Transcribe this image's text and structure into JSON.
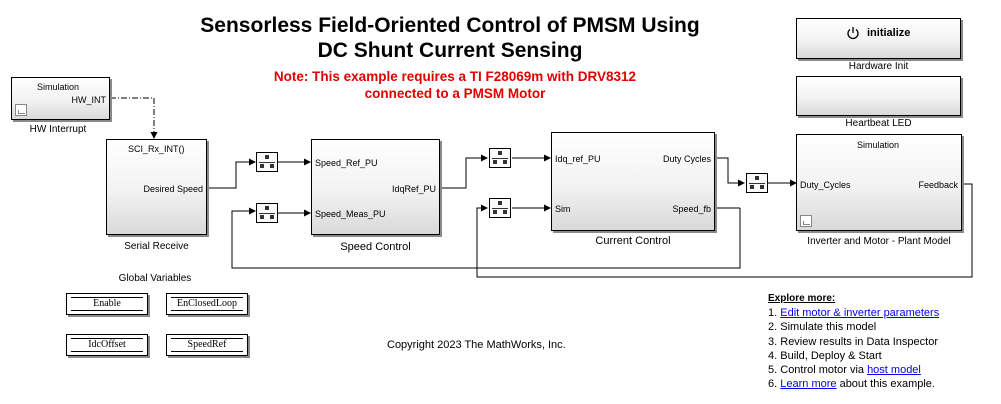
{
  "title_line1": "Sensorless Field-Oriented Control of PMSM Using",
  "title_line2": "DC Shunt Current Sensing",
  "note_line1": "Note: This example requires a TI F28069m with DRV8312",
  "note_line2": "connected to a PMSM Motor",
  "hw_interrupt": {
    "label": "HW Interrupt",
    "inner_title": "Simulation",
    "port_out": "HW_INT"
  },
  "serial_receive": {
    "label": "Serial Receive",
    "port_in": "SCI_Rx_INT()",
    "port_out": "Desired Speed"
  },
  "speed_control": {
    "label": "Speed Control",
    "port_in1": "Speed_Ref_PU",
    "port_in2": "Speed_Meas_PU",
    "port_out": "IdqRef_PU"
  },
  "current_control": {
    "label": "Current Control",
    "port_in1": "Idq_ref_PU",
    "port_in2": "Sim",
    "port_out1": "Duty Cycles",
    "port_out2": "Speed_fb"
  },
  "plant": {
    "label": "Inverter and Motor - Plant Model",
    "inner_title": "Simulation",
    "port_in": "Duty_Cycles",
    "port_out": "Feedback"
  },
  "hardware_init": {
    "button": "initialize",
    "label": "Hardware Init"
  },
  "heartbeat": {
    "label": "Heartbeat LED"
  },
  "global_vars": {
    "heading": "Global Variables",
    "items": [
      "Enable",
      "EnClosedLoop",
      "IdcOffset",
      "SpeedRef"
    ]
  },
  "copyright": "Copyright 2023 The MathWorks, Inc.",
  "explore": {
    "heading": "Explore more:",
    "items": [
      {
        "num": "1.",
        "link": "Edit motor & inverter parameters",
        "text": ""
      },
      {
        "num": "2.",
        "link": "",
        "text": "Simulate this model"
      },
      {
        "num": "3.",
        "link": "",
        "text": "Review results in Data Inspector"
      },
      {
        "num": "4.",
        "link": "",
        "text": "Build, Deploy & Start"
      },
      {
        "num": "5.",
        "link": "host model",
        "pre": "Control motor via ",
        "text": ""
      },
      {
        "num": "6.",
        "link": "Learn more",
        "text": " about this example."
      }
    ]
  },
  "icons": [
    "power-icon",
    "rate-transition-icon",
    "library-link-icon"
  ]
}
